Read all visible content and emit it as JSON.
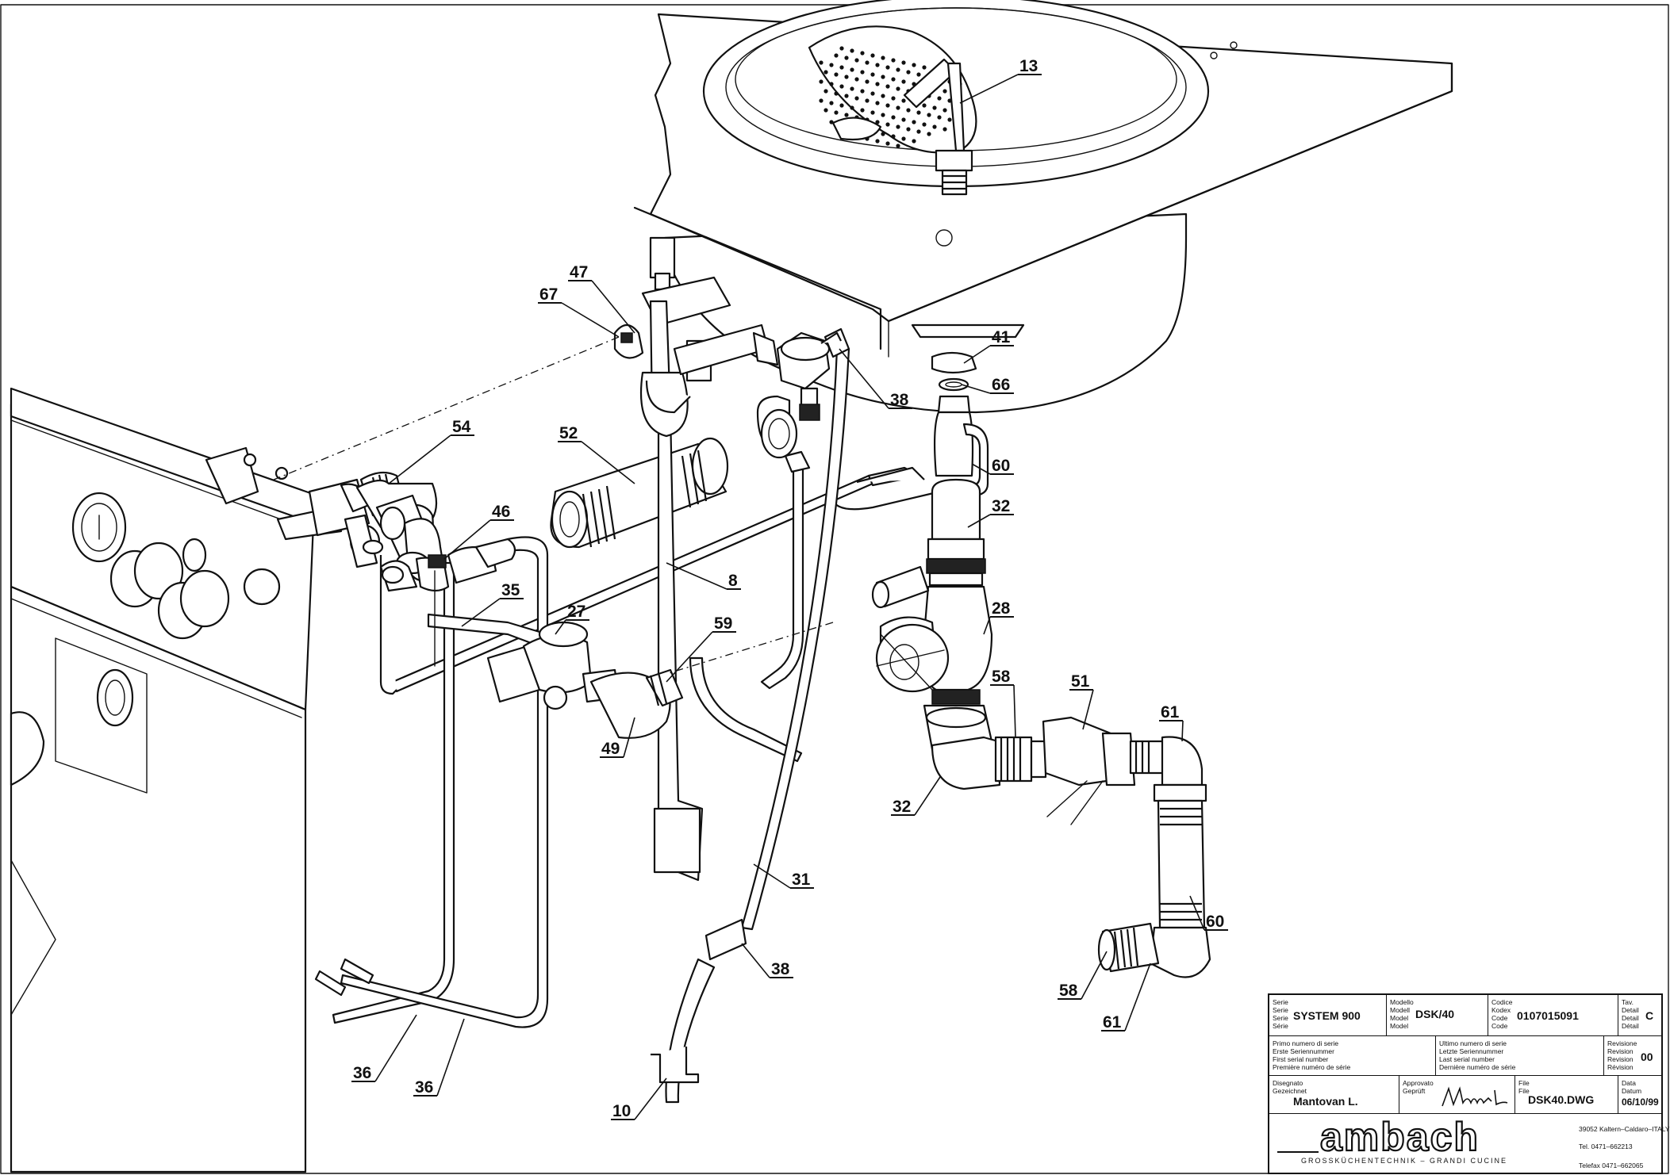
{
  "callouts": [
    {
      "label": "13"
    },
    {
      "label": "47"
    },
    {
      "label": "67"
    },
    {
      "label": "52"
    },
    {
      "label": "54"
    },
    {
      "label": "46"
    },
    {
      "label": "41"
    },
    {
      "label": "66"
    },
    {
      "label": "38"
    },
    {
      "label": "60"
    },
    {
      "label": "32"
    },
    {
      "label": "8"
    },
    {
      "label": "35"
    },
    {
      "label": "27"
    },
    {
      "label": "59"
    },
    {
      "label": "28"
    },
    {
      "label": "58"
    },
    {
      "label": "51"
    },
    {
      "label": "61"
    },
    {
      "label": "49"
    },
    {
      "label": "32"
    },
    {
      "label": "31"
    },
    {
      "label": "60"
    },
    {
      "label": "38"
    },
    {
      "label": "58"
    },
    {
      "label": "61"
    },
    {
      "label": "36"
    },
    {
      "label": "36"
    },
    {
      "label": "10"
    }
  ],
  "title_block": {
    "serie_labels": [
      "Serie",
      "Serie",
      "Serie",
      "Série"
    ],
    "serie_value": "SYSTEM 900",
    "modello_labels": [
      "Modello",
      "Modell",
      "Model",
      "Model"
    ],
    "modello_value": "DSK/40",
    "codice_labels": [
      "Codice",
      "Kodex",
      "Code",
      "Code"
    ],
    "codice_value": "0107015091",
    "tav_labels": [
      "Tav.",
      "Detail",
      "Detail",
      "Détail"
    ],
    "tav_value": "C",
    "primo_labels": [
      "Primo numero di serie",
      "Erste Seriennummer",
      "First serial number",
      "Première numéro de série"
    ],
    "ultimo_labels": [
      "Ultimo numero di serie",
      "Letzte Seriennummer",
      "Last serial number",
      "Dernière numéro de série"
    ],
    "revisione_labels": [
      "Revisione",
      "Revision",
      "Revision",
      "Révision"
    ],
    "revisione_value": "00",
    "disegnato_labels": [
      "Disegnato",
      "Gezeichnet"
    ],
    "disegnato_value": "Mantovan L.",
    "approvato_labels": [
      "Approvato",
      "Geprüft"
    ],
    "file_labels": [
      "File",
      "File"
    ],
    "file_value": "DSK40.DWG",
    "data_labels": [
      "Data",
      "Datum"
    ],
    "data_value": "06/10/99",
    "brand": "ambach",
    "brand_sub": "GROSSKÜCHENTECHNIK – GRANDI CUCINE",
    "address": "39052 Kaltern–Caldaro–ITALY",
    "tel": "Tel. 0471–662213",
    "fax": "Telefax 0471–662065"
  },
  "colors": {
    "line": "#111111",
    "paper": "#ffffff"
  }
}
